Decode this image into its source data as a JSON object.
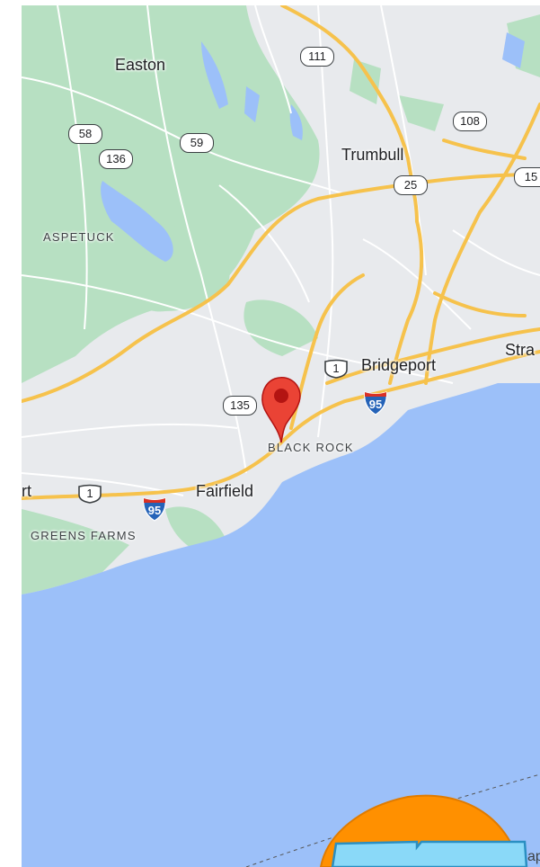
{
  "map": {
    "places": {
      "easton": "Easton",
      "trumbull": "Trumbull",
      "bridgeport": "Bridgeport",
      "fairfield": "Fairfield",
      "stra_partial": "Stra",
      "rt_partial": "rt",
      "ap_partial": "ap"
    },
    "neighborhoods": {
      "aspetuck": "ASPETUCK",
      "black_rock": "BLACK ROCK",
      "greens_farms": "GREENS FARMS"
    },
    "route_shields": {
      "r111": "111",
      "r108": "108",
      "r58": "58",
      "r59": "59",
      "r136": "136",
      "r25": "25",
      "r15": "15",
      "r135": "135",
      "us1_bridgeport": "1",
      "us1_fairfield": "1",
      "i95_bridgeport": "95",
      "i95_fairfield": "95"
    },
    "colors": {
      "land": "#e8eaed",
      "park": "#b7e0c2",
      "water": "#9cc0f9",
      "highway": "#f6c24c",
      "pin": "#ea4335",
      "zone_fill": "#ff9000",
      "zone_inner": "#8ad9f8",
      "interstate": "#2563b8"
    },
    "marker_icon": "map-pin-icon"
  }
}
